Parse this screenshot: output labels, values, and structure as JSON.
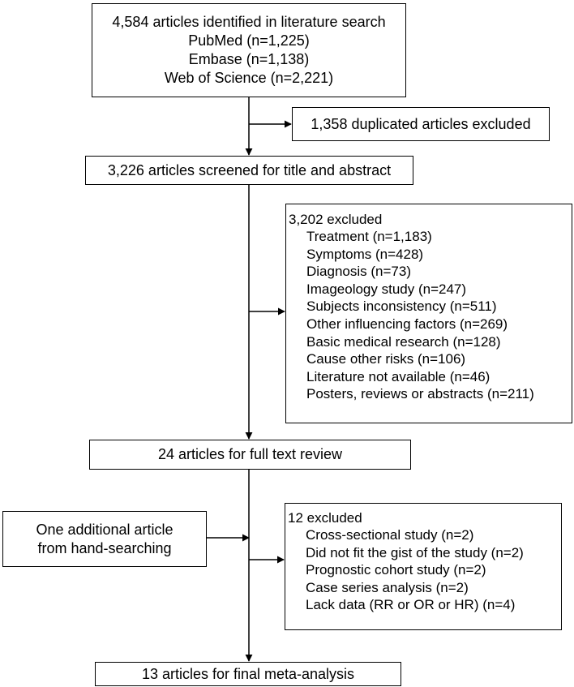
{
  "identification": {
    "total": "4,584 articles identified in literature search",
    "sources": [
      "PubMed (n=1,225)",
      "Embase (n=1,138)",
      "Web of Science (n=2,221)"
    ]
  },
  "duplicates": "1,358 duplicated articles excluded",
  "screening": "3,226 articles screened for title and abstract",
  "excluded_screening": {
    "heading": "3,202 excluded",
    "reasons": [
      "Treatment (n=1,183)",
      "Symptoms (n=428)",
      "Diagnosis (n=73)",
      "Imageology study (n=247)",
      "Subjects inconsistency (n=511)",
      "Other influencing factors (n=269)",
      "Basic medical research (n=128)",
      "Cause other risks (n=106)",
      "Literature not available (n=46)",
      "Posters, reviews or abstracts (n=211)"
    ]
  },
  "full_text": "24 articles for full text review",
  "additional": [
    "One additional article",
    "from hand-searching"
  ],
  "excluded_full_text": {
    "heading": "12 excluded",
    "reasons": [
      "Cross-sectional study (n=2)",
      "Did not fit the gist of the study (n=2)",
      "Prognostic cohort study (n=2)",
      "Case series analysis (n=2)",
      "Lack data (RR or OR or HR) (n=4)"
    ]
  },
  "final": "13 articles for final meta-analysis"
}
